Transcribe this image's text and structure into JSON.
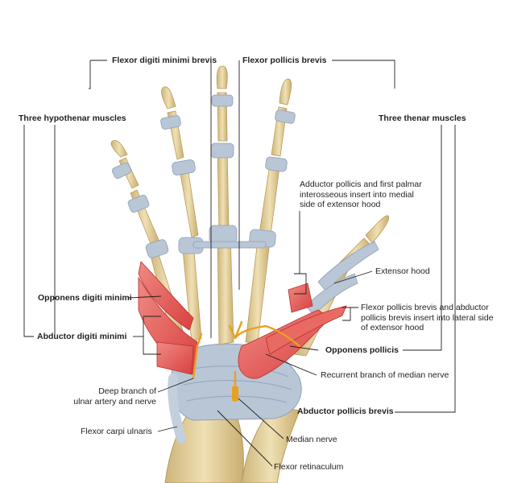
{
  "labels": {
    "flexor_digiti_minimi_brevis": "Flexor digiti minimi brevis",
    "flexor_pollicis_brevis": "Flexor pollicis brevis",
    "three_hypothenar_muscles": "Three hypothenar muscles",
    "three_thenar_muscles": "Three thenar muscles",
    "adductor_insert_line1": "Adductor pollicis and first palmar",
    "adductor_insert_line2": "interosseous insert into medial",
    "adductor_insert_line3": "side of extensor hood",
    "extensor_hood": "Extensor hood",
    "opponens_digiti_minimi": "Opponens digiti minimi",
    "fpb_insert_line1": "Flexor pollicis brevis and abductor",
    "fpb_insert_line2": "pollicis brevis insert into lateral side",
    "fpb_insert_line3": "of extensor hood",
    "abductor_digiti_minimi": "Abductor digiti minimi",
    "opponens_pollicis": "Opponens pollicis",
    "recurrent_branch": "Recurrent branch of median nerve",
    "deep_branch_line1": "Deep branch of",
    "deep_branch_line2": "ulnar artery and nerve",
    "abductor_pollicis_brevis": "Abductor pollicis brevis",
    "flexor_carpi_ulnaris": "Flexor carpi ulnaris",
    "median_nerve": "Median nerve",
    "flexor_retinaculum": "Flexor retinaculum"
  },
  "colors": {
    "bone": "#e8d6a2",
    "bone_edge": "#b89a5a",
    "ligament": "#b9c6d6",
    "muscle": "#e4534f",
    "nerve": "#e8a11e",
    "leader": "#231f20"
  }
}
